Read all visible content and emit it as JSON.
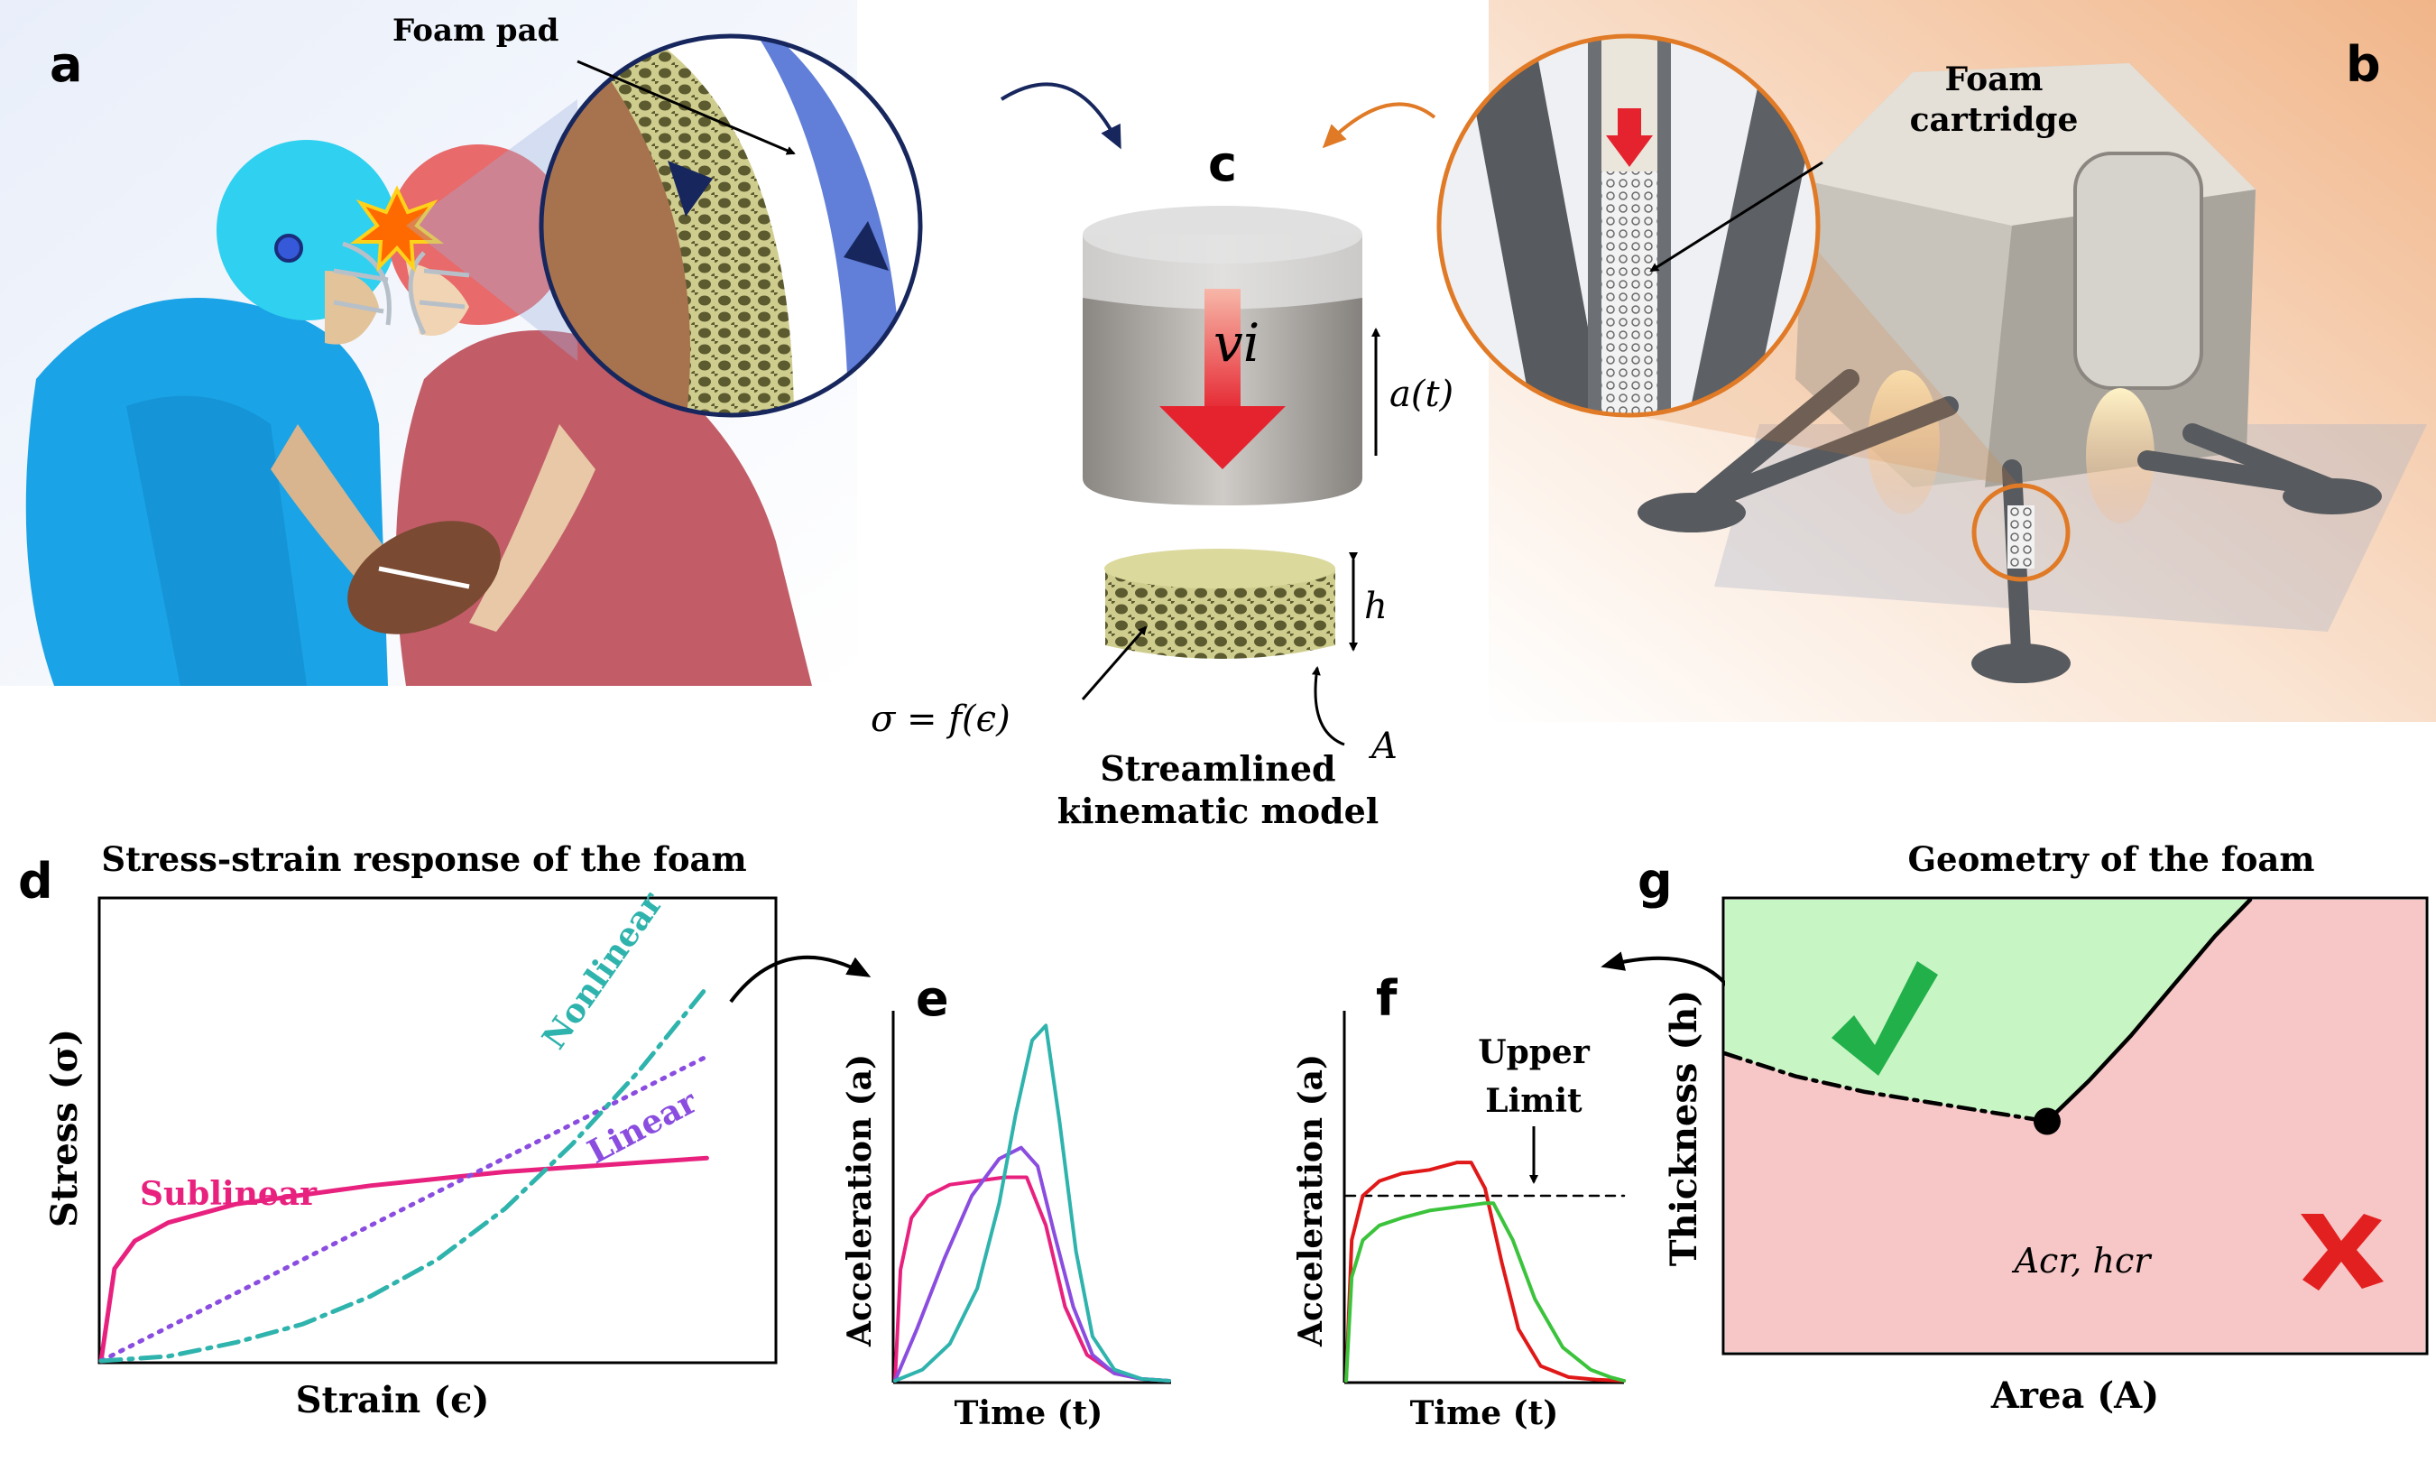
{
  "panels": {
    "a": "a",
    "b": "b",
    "c": "c",
    "d": "d",
    "e": "e",
    "f": "f",
    "g": "g"
  },
  "panel_a": {
    "callout": "Foam pad"
  },
  "panel_b": {
    "callout_line1": "Foam",
    "callout_line2": "cartridge"
  },
  "panel_c": {
    "velocity": "vi",
    "acceleration": "a(t)",
    "height": "h",
    "area": "A",
    "stress_eq": "σ = f(ϵ)",
    "caption_line1": "Streamlined",
    "caption_line2": "kinematic model"
  },
  "panel_d": {
    "title": "Stress-strain response of the foam",
    "xlabel": "Strain (ϵ)",
    "ylabel": "Stress (σ)",
    "labels": {
      "sublinear": "Sublinear",
      "linear": "Linear",
      "nonlinear": "Nonlinear"
    }
  },
  "panel_e": {
    "xlabel": "Time (t)",
    "ylabel": "Acceleration (a)"
  },
  "panel_f": {
    "xlabel": "Time (t)",
    "ylabel": "Acceleration (a)",
    "limit_line1": "Upper",
    "limit_line2": "Limit"
  },
  "panel_g": {
    "title": "Geometry of the foam",
    "xlabel": "Area (A)",
    "ylabel": "Thickness (h)",
    "critical": "Acr, hcr"
  },
  "colors": {
    "sublinear": "#e8217f",
    "linear": "#8a4de0",
    "nonlinear": "#2fb3ad",
    "red": "#e01818",
    "green": "#3cc33c",
    "safe": "#c8f5c4",
    "unsafe": "#f7c6c6",
    "navy": "#17275e",
    "orange": "#e07a26"
  },
  "chart_data": [
    {
      "type": "line",
      "panel": "d",
      "title": "Stress-strain response of the foam",
      "xlabel": "Strain (ϵ)",
      "ylabel": "Stress (σ)",
      "xlim": [
        0,
        1
      ],
      "ylim": [
        0,
        1
      ],
      "series": [
        {
          "name": "Sublinear",
          "x": [
            0,
            0.02,
            0.05,
            0.1,
            0.2,
            0.4,
            0.6,
            0.8,
            0.9
          ],
          "y": [
            0,
            0.2,
            0.26,
            0.3,
            0.34,
            0.38,
            0.41,
            0.43,
            0.44
          ]
        },
        {
          "name": "Linear",
          "x": [
            0,
            0.9
          ],
          "y": [
            0,
            0.66
          ]
        },
        {
          "name": "Nonlinear",
          "x": [
            0,
            0.1,
            0.2,
            0.3,
            0.4,
            0.5,
            0.6,
            0.7,
            0.8,
            0.9
          ],
          "y": [
            0,
            0.01,
            0.04,
            0.08,
            0.14,
            0.22,
            0.33,
            0.47,
            0.63,
            0.81
          ]
        }
      ]
    },
    {
      "type": "line",
      "panel": "e",
      "xlabel": "Time (t)",
      "ylabel": "Acceleration (a)",
      "xlim": [
        0,
        1
      ],
      "ylim": [
        0,
        1
      ],
      "series": [
        {
          "x": [
            0,
            0.02,
            0.06,
            0.12,
            0.2,
            0.3,
            0.4,
            0.48,
            0.55,
            0.62,
            0.7,
            0.8,
            0.9,
            1
          ],
          "y": [
            0,
            0.3,
            0.44,
            0.5,
            0.53,
            0.54,
            0.55,
            0.55,
            0.42,
            0.2,
            0.07,
            0.02,
            0.005,
            0
          ]
        },
        {
          "x": [
            0,
            0.08,
            0.18,
            0.28,
            0.38,
            0.46,
            0.52,
            0.58,
            0.65,
            0.72,
            0.8,
            0.9,
            1
          ],
          "y": [
            0,
            0.14,
            0.33,
            0.5,
            0.6,
            0.63,
            0.58,
            0.4,
            0.2,
            0.07,
            0.02,
            0.005,
            0
          ]
        },
        {
          "x": [
            0,
            0.1,
            0.2,
            0.3,
            0.38,
            0.44,
            0.5,
            0.55,
            0.6,
            0.66,
            0.72,
            0.8,
            0.9,
            1
          ],
          "y": [
            0,
            0.03,
            0.1,
            0.25,
            0.48,
            0.72,
            0.92,
            0.96,
            0.7,
            0.35,
            0.12,
            0.03,
            0.005,
            0
          ]
        }
      ]
    },
    {
      "type": "line",
      "panel": "f",
      "xlabel": "Time (t)",
      "ylabel": "Acceleration (a)",
      "xlim": [
        0,
        1
      ],
      "ylim": [
        0,
        1
      ],
      "upper_limit": 0.5,
      "series": [
        {
          "x": [
            0,
            0.02,
            0.06,
            0.12,
            0.2,
            0.3,
            0.4,
            0.45,
            0.5,
            0.56,
            0.62,
            0.7,
            0.8,
            0.9,
            1
          ],
          "y": [
            0,
            0.38,
            0.5,
            0.54,
            0.56,
            0.57,
            0.59,
            0.59,
            0.52,
            0.32,
            0.14,
            0.04,
            0.01,
            0.003,
            0
          ]
        },
        {
          "x": [
            0,
            0.02,
            0.06,
            0.12,
            0.2,
            0.3,
            0.4,
            0.5,
            0.53,
            0.6,
            0.68,
            0.78,
            0.88,
            0.95,
            1
          ],
          "y": [
            0,
            0.28,
            0.38,
            0.42,
            0.44,
            0.46,
            0.47,
            0.48,
            0.48,
            0.38,
            0.22,
            0.09,
            0.03,
            0.01,
            0
          ]
        }
      ]
    },
    {
      "type": "area",
      "panel": "g",
      "title": "Geometry of the foam",
      "xlabel": "Area (A)",
      "ylabel": "Thickness (h)",
      "xlim": [
        0,
        1
      ],
      "ylim": [
        0,
        1
      ],
      "boundary_dashed": {
        "x": [
          0,
          0.1,
          0.2,
          0.3,
          0.4,
          0.46
        ],
        "y": [
          0.66,
          0.61,
          0.575,
          0.55,
          0.525,
          0.51
        ]
      },
      "boundary_solid": {
        "x": [
          0.46,
          0.52,
          0.58,
          0.64,
          0.7,
          0.75
        ],
        "y": [
          0.51,
          0.6,
          0.7,
          0.81,
          0.92,
          1.0
        ]
      },
      "critical_point": {
        "x": 0.46,
        "y": 0.51
      }
    }
  ]
}
